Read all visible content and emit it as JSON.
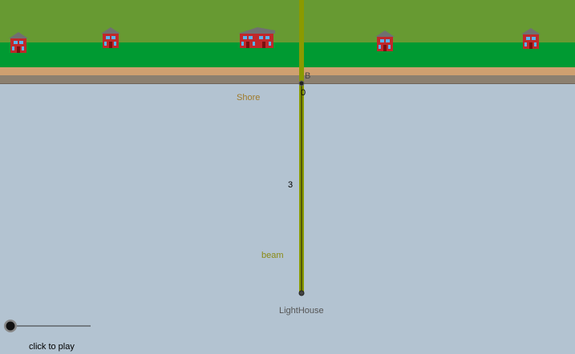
{
  "labels": {
    "shore": "Shore",
    "beam": "beam",
    "lighthouse": "LightHouse",
    "point_b": "B",
    "mark_zero": "0",
    "mark_three": "3"
  },
  "controls": {
    "play_label": "click to play"
  },
  "colors": {
    "sky_grass": "#679a32",
    "meadow": "#009a32",
    "sand": "#cfa070",
    "road": "#8c8070",
    "water": "#b3c3d1",
    "beam": "#8a9a00",
    "house_wall": "#c0282a",
    "house_roof": "#707070",
    "window": "#5ab4f0"
  },
  "icons": [
    "house-icon",
    "lighthouse-point-icon",
    "play-knob-icon"
  ]
}
